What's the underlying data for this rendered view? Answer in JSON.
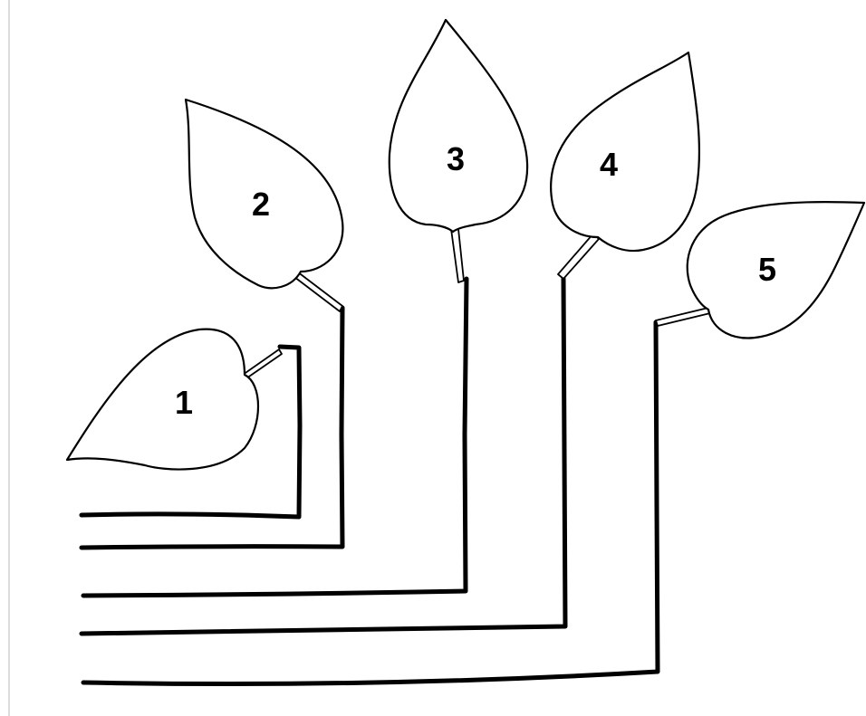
{
  "diagram": {
    "leaves": [
      {
        "id": "leaf-1",
        "label": "1"
      },
      {
        "id": "leaf-2",
        "label": "2"
      },
      {
        "id": "leaf-3",
        "label": "3"
      },
      {
        "id": "leaf-4",
        "label": "4"
      },
      {
        "id": "leaf-5",
        "label": "5"
      }
    ]
  }
}
